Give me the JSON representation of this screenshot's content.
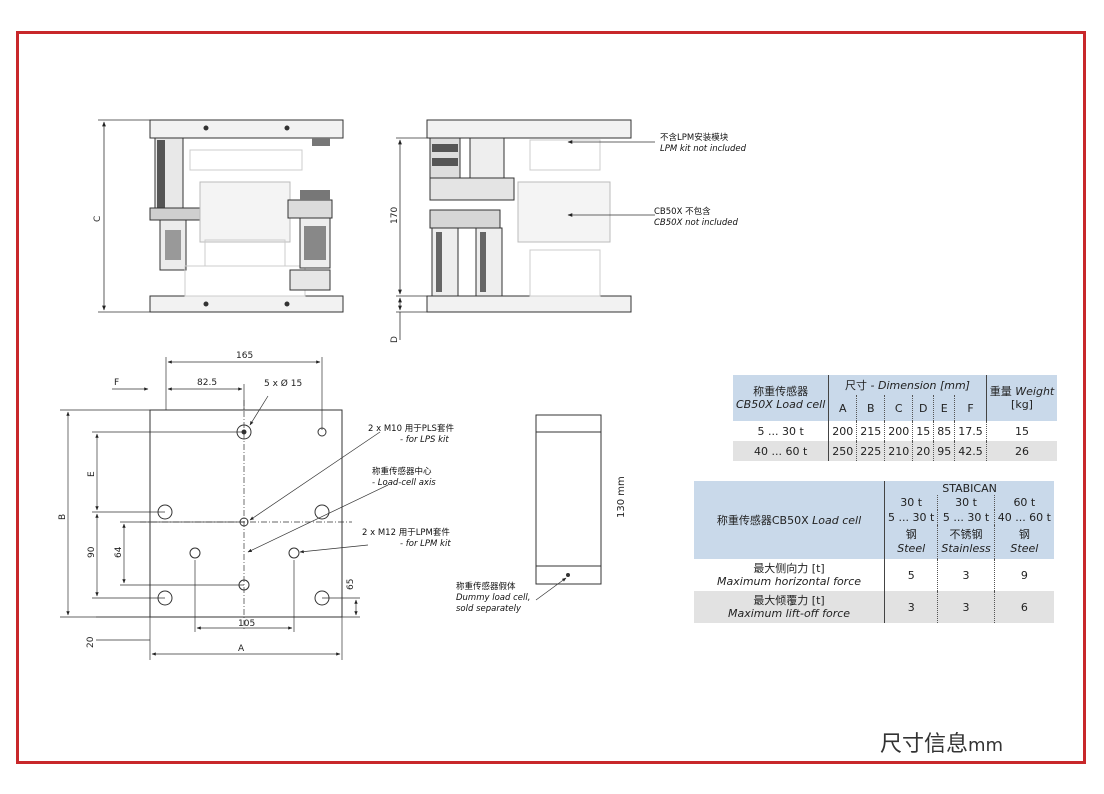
{
  "colors": {
    "frame": "#c8282a",
    "table_header": "#c9d9ea",
    "table_alt_row": "#e2e2e2"
  },
  "drawing": {
    "front_view": {
      "dim_c": "C"
    },
    "side_view": {
      "dim_170": "170",
      "dim_d": "D",
      "note_lpm_cn": "不含LPM安装模块",
      "note_lpm_en": "LPM kit not included",
      "note_cb50x_cn": "CB50X 不包含",
      "note_cb50x_en": "CB50X not included"
    },
    "plan_view": {
      "dim_165": "165",
      "dim_82_5": "82.5",
      "dim_f": "F",
      "holes": "5 x Ø 15",
      "dim_e": "E",
      "dim_b": "B",
      "dim_90": "90",
      "dim_64": "64",
      "dim_65": "65",
      "dim_105": "105",
      "dim_20": "20",
      "dim_a": "A",
      "note_pls_cn": "2 x M10 用于PLS套件",
      "note_pls_en": "- for LPS kit",
      "note_axis_cn": "称重传感器中心",
      "note_axis_en": "- Load-cell axis",
      "note_lpm_cn": "2 x M12 用于LPM套件",
      "note_lpm_en": "- for LPM kit"
    },
    "dummy_cell": {
      "dim_130": "130 mm",
      "note_cn": "称重传感器假体",
      "note_en1": "Dummy load cell,",
      "note_en2": "sold separately"
    }
  },
  "dimension_table": {
    "model_cn": "称重传感器",
    "model_en": "CB50X Load cell",
    "dimension_cn": "尺寸",
    "dimension_en": " - Dimension [mm]",
    "weight_cn": "重量",
    "weight_en": "Weight",
    "weight_unit": "[kg]",
    "columns": [
      "A",
      "B",
      "C",
      "D",
      "E",
      "F"
    ],
    "rows": [
      {
        "range": "5 ... 30 t",
        "values": [
          "200",
          "215",
          "200",
          "15",
          "85",
          "17.5"
        ],
        "weight": "15"
      },
      {
        "range": "40 ... 60 t",
        "values": [
          "250",
          "225",
          "210",
          "20",
          "95",
          "42.5"
        ],
        "weight": "26"
      }
    ]
  },
  "stabican_table": {
    "title": "STABICAN",
    "model_cn": "称重传感器CB50X",
    "model_en": "Load cell",
    "columns": [
      {
        "cap": "30 t",
        "range": "5 ... 30 t",
        "mat_cn": "钢",
        "mat_en": "Steel"
      },
      {
        "cap": "30 t",
        "range": "5 ... 30 t",
        "mat_cn": "不锈钢",
        "mat_en": "Stainless"
      },
      {
        "cap": "60 t",
        "range": "40 ... 60 t",
        "mat_cn": "钢",
        "mat_en": "Steel"
      }
    ],
    "rows": [
      {
        "label_cn": "最大侧向力 [t]",
        "label_en": "Maximum horizontal force",
        "values": [
          "5",
          "3",
          "9"
        ]
      },
      {
        "label_cn": "最大倾覆力 [t]",
        "label_en": "Maximum lift-off force",
        "values": [
          "3",
          "3",
          "6"
        ]
      }
    ]
  },
  "footer": {
    "title": "尺寸信息",
    "unit": "mm"
  }
}
